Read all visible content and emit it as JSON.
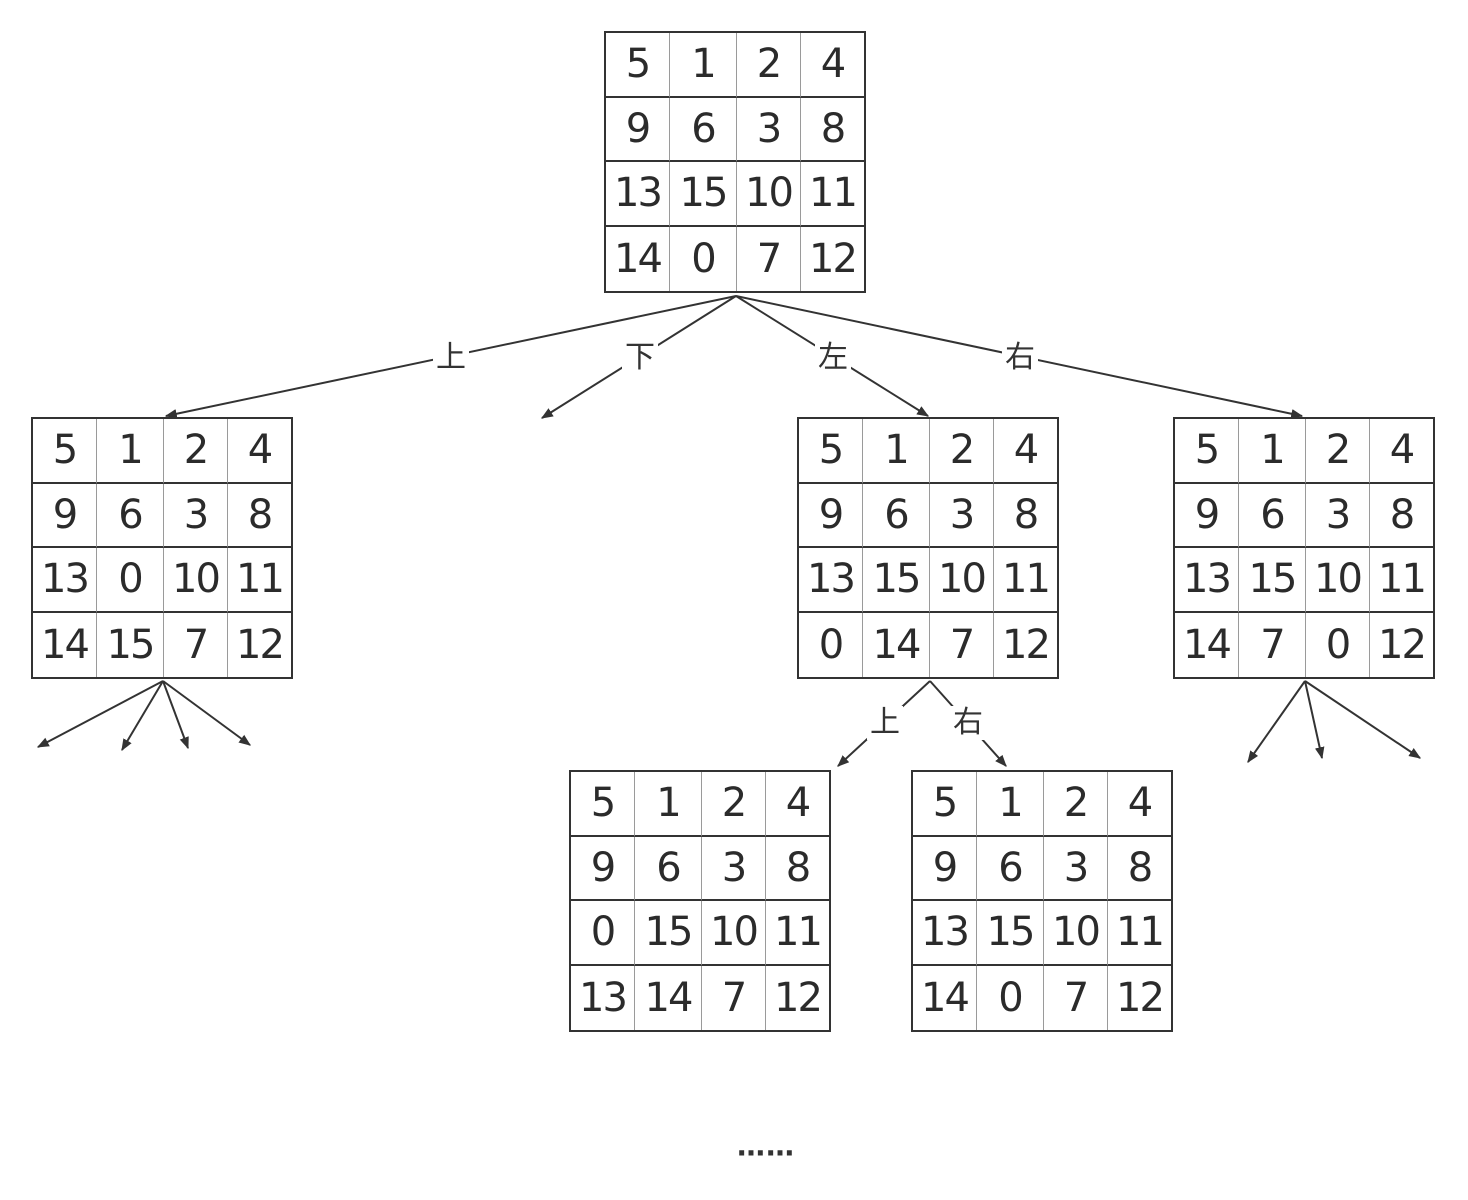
{
  "boards": {
    "root": [
      [
        "5",
        "1",
        "2",
        "4"
      ],
      [
        "9",
        "6",
        "3",
        "8"
      ],
      [
        "13",
        "15",
        "10",
        "11"
      ],
      [
        "14",
        "0",
        "7",
        "12"
      ]
    ],
    "up": [
      [
        "5",
        "1",
        "2",
        "4"
      ],
      [
        "9",
        "6",
        "3",
        "8"
      ],
      [
        "13",
        "0",
        "10",
        "11"
      ],
      [
        "14",
        "15",
        "7",
        "12"
      ]
    ],
    "left": [
      [
        "5",
        "1",
        "2",
        "4"
      ],
      [
        "9",
        "6",
        "3",
        "8"
      ],
      [
        "13",
        "15",
        "10",
        "11"
      ],
      [
        "0",
        "14",
        "7",
        "12"
      ]
    ],
    "right": [
      [
        "5",
        "1",
        "2",
        "4"
      ],
      [
        "9",
        "6",
        "3",
        "8"
      ],
      [
        "13",
        "15",
        "10",
        "11"
      ],
      [
        "14",
        "7",
        "0",
        "12"
      ]
    ],
    "left_up": [
      [
        "5",
        "1",
        "2",
        "4"
      ],
      [
        "9",
        "6",
        "3",
        "8"
      ],
      [
        "0",
        "15",
        "10",
        "11"
      ],
      [
        "13",
        "14",
        "7",
        "12"
      ]
    ],
    "left_right": [
      [
        "5",
        "1",
        "2",
        "4"
      ],
      [
        "9",
        "6",
        "3",
        "8"
      ],
      [
        "13",
        "15",
        "10",
        "11"
      ],
      [
        "14",
        "0",
        "7",
        "12"
      ]
    ]
  },
  "labels": {
    "up": "上",
    "down": "下",
    "left": "左",
    "right": "右",
    "left_up": "上",
    "left_right": "右"
  },
  "ellipsis": "……",
  "colors": {
    "line": "#333333",
    "inner_divider": "#9a9a9a",
    "text": "#2b2b2b"
  }
}
